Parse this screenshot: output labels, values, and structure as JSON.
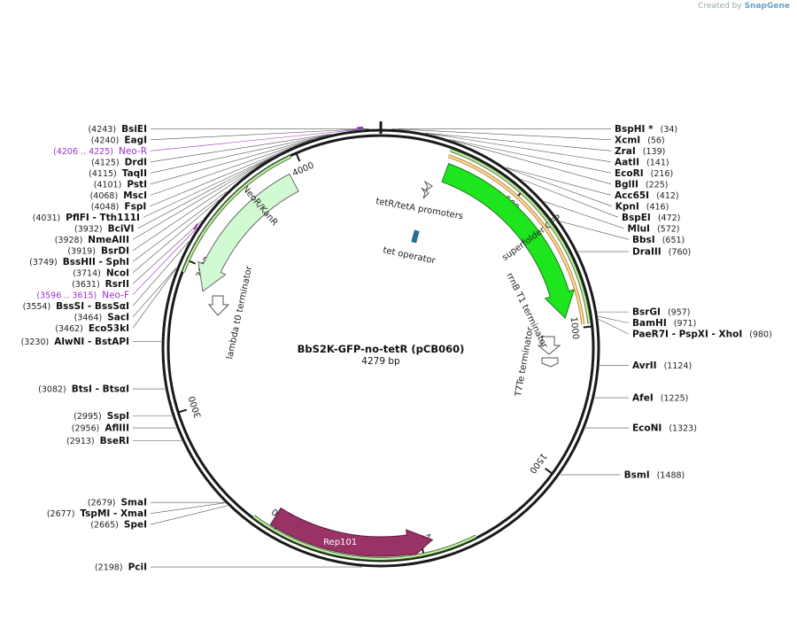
{
  "credit": {
    "prefix": "Created by",
    "brand": "SnapGene"
  },
  "plasmid": {
    "name": "BbS2K-GFP-no-tetR (pCB060)",
    "length_label": "4279 bp",
    "length": 4279
  },
  "colors": {
    "backbone": "#1a1a1a",
    "neor": "#d2fad2",
    "sfgfp": "#1ee61e",
    "rep101": "#993366",
    "primer_fill": "#c8f0b4",
    "primer_stroke": "#3a6b1e",
    "orange_fill": "#f8e0b0",
    "orange_stroke": "#c07818",
    "primer_label": "#9b30c8",
    "operator": "#2a6f8f"
  },
  "ticks": [
    {
      "pos": 500,
      "label": "500"
    },
    {
      "pos": 1000,
      "label": "1000"
    },
    {
      "pos": 1500,
      "label": "1500"
    },
    {
      "pos": 2000,
      "label": "2000"
    },
    {
      "pos": 2500,
      "label": "2500"
    },
    {
      "pos": 3000,
      "label": "3000"
    },
    {
      "pos": 3500,
      "label": "3500"
    },
    {
      "pos": 4000,
      "label": "4000"
    }
  ],
  "sites": [
    {
      "name": "BsiEI",
      "coord": "(4243)",
      "pos": 4243,
      "side": "L"
    },
    {
      "name": "EagI",
      "coord": "(4240)",
      "pos": 4240,
      "side": "L"
    },
    {
      "name": "DrdI",
      "coord": "(4125)",
      "pos": 4125,
      "side": "L"
    },
    {
      "name": "TaqII",
      "coord": "(4115)",
      "pos": 4115,
      "side": "L"
    },
    {
      "name": "PstI",
      "coord": "(4101)",
      "pos": 4101,
      "side": "L"
    },
    {
      "name": "MscI",
      "coord": "(4068)",
      "pos": 4068,
      "side": "L"
    },
    {
      "name": "FspI",
      "coord": "(4048)",
      "pos": 4048,
      "side": "L"
    },
    {
      "name": "PflFI  - Tth111I",
      "coord": "(4031)",
      "pos": 4031,
      "side": "L"
    },
    {
      "name": "BciVI",
      "coord": "(3932)",
      "pos": 3932,
      "side": "L"
    },
    {
      "name": "NmeAIII",
      "coord": "(3928)",
      "pos": 3928,
      "side": "L"
    },
    {
      "name": "BsrDI",
      "coord": "(3919)",
      "pos": 3919,
      "side": "L"
    },
    {
      "name": "BssHII  - SphI",
      "coord": "(3749)",
      "pos": 3749,
      "side": "L"
    },
    {
      "name": "NcoI",
      "coord": "(3714)",
      "pos": 3714,
      "side": "L"
    },
    {
      "name": "RsrII",
      "coord": "(3631)",
      "pos": 3631,
      "side": "L"
    },
    {
      "name": "BssSI  - BssSαI",
      "coord": "(3554)",
      "pos": 3554,
      "side": "L"
    },
    {
      "name": "SacI",
      "coord": "(3464)",
      "pos": 3464,
      "side": "L"
    },
    {
      "name": "Eco53kI",
      "coord": "(3462)",
      "pos": 3462,
      "side": "L"
    },
    {
      "name": "AlwNI  - BstAPI",
      "coord": "(3230)",
      "pos": 3230,
      "side": "L"
    },
    {
      "name": "BtsI  - BtsαI",
      "coord": "(3082)",
      "pos": 3082,
      "side": "L"
    },
    {
      "name": "SspI",
      "coord": "(2995)",
      "pos": 2995,
      "side": "L"
    },
    {
      "name": "AflIII",
      "coord": "(2956)",
      "pos": 2956,
      "side": "L"
    },
    {
      "name": "BseRI",
      "coord": "(2913)",
      "pos": 2913,
      "side": "L"
    },
    {
      "name": "SmaI",
      "coord": "(2679)",
      "pos": 2679,
      "side": "L"
    },
    {
      "name": "TspMI  - XmaI",
      "coord": "(2677)",
      "pos": 2677,
      "side": "L"
    },
    {
      "name": "SpeI",
      "coord": "(2665)",
      "pos": 2665,
      "side": "L"
    },
    {
      "name": "PciI",
      "coord": "(2198)",
      "pos": 2198,
      "side": "L"
    },
    {
      "name": "BspHI *",
      "coord": "(34)",
      "pos": 34,
      "side": "R"
    },
    {
      "name": "XcmI",
      "coord": "(56)",
      "pos": 56,
      "side": "R"
    },
    {
      "name": "ZraI",
      "coord": "(139)",
      "pos": 139,
      "side": "R"
    },
    {
      "name": "AatII",
      "coord": "(141)",
      "pos": 141,
      "side": "R"
    },
    {
      "name": "EcoRI",
      "coord": "(216)",
      "pos": 216,
      "side": "R"
    },
    {
      "name": "BglII",
      "coord": "(225)",
      "pos": 225,
      "side": "R"
    },
    {
      "name": "Acc65I",
      "coord": "(412)",
      "pos": 412,
      "side": "R"
    },
    {
      "name": "KpnI",
      "coord": "(416)",
      "pos": 416,
      "side": "R"
    },
    {
      "name": "BspEI",
      "coord": "(472)",
      "pos": 472,
      "side": "R"
    },
    {
      "name": "MluI",
      "coord": "(572)",
      "pos": 572,
      "side": "R"
    },
    {
      "name": "BbsI",
      "coord": "(651)",
      "pos": 651,
      "side": "R"
    },
    {
      "name": "DraIII",
      "coord": "(760)",
      "pos": 760,
      "side": "R"
    },
    {
      "name": "BsrGI",
      "coord": "(957)",
      "pos": 957,
      "side": "R"
    },
    {
      "name": "BamHI",
      "coord": "(971)",
      "pos": 971,
      "side": "R"
    },
    {
      "name": "PaeR7I  - PspXI  - XhoI",
      "coord": "(980)",
      "pos": 980,
      "side": "R"
    },
    {
      "name": "AvrII",
      "coord": "(1124)",
      "pos": 1124,
      "side": "R"
    },
    {
      "name": "AfeI",
      "coord": "(1225)",
      "pos": 1225,
      "side": "R"
    },
    {
      "name": "EcoNI",
      "coord": "(1323)",
      "pos": 1323,
      "side": "R"
    },
    {
      "name": "BsmI",
      "coord": "(1488)",
      "pos": 1488,
      "side": "R"
    }
  ],
  "primers": [
    {
      "name": "Neo-R",
      "coord": "(4206 .. 4225)",
      "pos": 4215,
      "side": "L"
    },
    {
      "name": "Neo-F",
      "coord": "(3596 .. 3615)",
      "pos": 3605,
      "side": "L"
    }
  ],
  "features": [
    {
      "label": "NeoR/KanR",
      "start": 3950,
      "end": 3420,
      "r": 211,
      "w": 22,
      "color": "#d2fad2",
      "stroke": "#666666",
      "text_color": "#222222",
      "label_pos": 3800
    },
    {
      "label": "superfolder GFP",
      "start": 240,
      "end": 960,
      "r": 211,
      "w": 22,
      "color": "#1ee61e",
      "stroke": "#1a7a1a",
      "text_color": "#222222",
      "label_pos": 640
    },
    {
      "label": "Rep101",
      "start": 2520,
      "end": 1960,
      "r": 224,
      "w": 22,
      "color": "#993366",
      "stroke": "#5a1a3a",
      "text_color": "#ffffff",
      "label_pos": 2280
    }
  ],
  "feature_labels": {
    "tet_promoters": "tetR/tetA promoters",
    "tet_operator": "tet operator",
    "rrnb": "rrnB T1 terminator",
    "t7te": "T7Te terminator",
    "lambda": "lambda t0 terminator"
  }
}
